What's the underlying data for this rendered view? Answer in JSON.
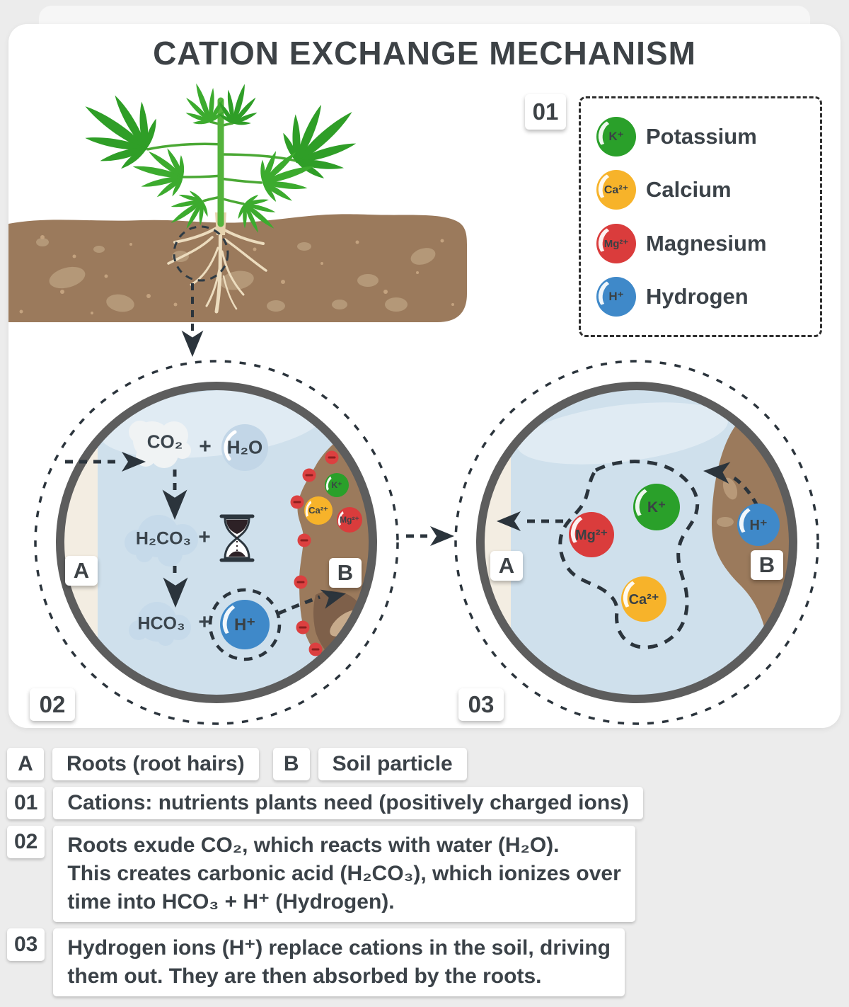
{
  "colors": {
    "potassium": "#2aa02a",
    "calcium": "#f7b32a",
    "magnesium": "#da3c3c",
    "hydrogen": "#3f89c9",
    "soil": "#9b7a5c",
    "water": "#cfe0ec"
  },
  "title": "CATION EXCHANGE MECHANISM",
  "legend": {
    "badge": "01",
    "items": [
      {
        "symbol": "K⁺",
        "name": "Potassium"
      },
      {
        "symbol": "Ca²⁺",
        "name": "Calcium"
      },
      {
        "symbol": "Mg²⁺",
        "name": "Magnesium"
      },
      {
        "symbol": "H⁺",
        "name": "Hydrogen"
      }
    ]
  },
  "stage2": {
    "badge": "02",
    "root_label": "A",
    "soil_label": "B",
    "co2": "CO₂",
    "plus1": "+",
    "h2o": "H₂O",
    "h2co3": "H₂CO₃",
    "plus2": "+",
    "hco3": "HCO₃",
    "plus3": "+",
    "hydrogen_ion": "H⁺",
    "soil_ions": {
      "k": "K⁺",
      "ca": "Ca²⁺",
      "mg": "Mg²⁺"
    }
  },
  "stage3": {
    "badge": "03",
    "root_label": "A",
    "soil_label": "B",
    "released_ions": {
      "k": "K⁺",
      "mg": "Mg²⁺",
      "ca": "Ca²⁺"
    },
    "soil_ion": "H⁺"
  },
  "notes": {
    "a": {
      "key": "A",
      "text": "Roots (root hairs)"
    },
    "b": {
      "key": "B",
      "text": "Soil particle"
    },
    "n01": {
      "key": "01",
      "text": "Cations: nutrients plants need (positively charged ions)"
    },
    "n02": {
      "key": "02",
      "text": "Roots exude CO₂, which reacts with water (H₂O).\nThis creates carbonic acid (H₂CO₃), which ionizes over\ntime into HCO₃ + H⁺ (Hydrogen)."
    },
    "n03": {
      "key": "03",
      "text": "Hydrogen ions (H⁺) replace cations in the soil, driving\nthem out. They are then absorbed by the roots."
    }
  }
}
